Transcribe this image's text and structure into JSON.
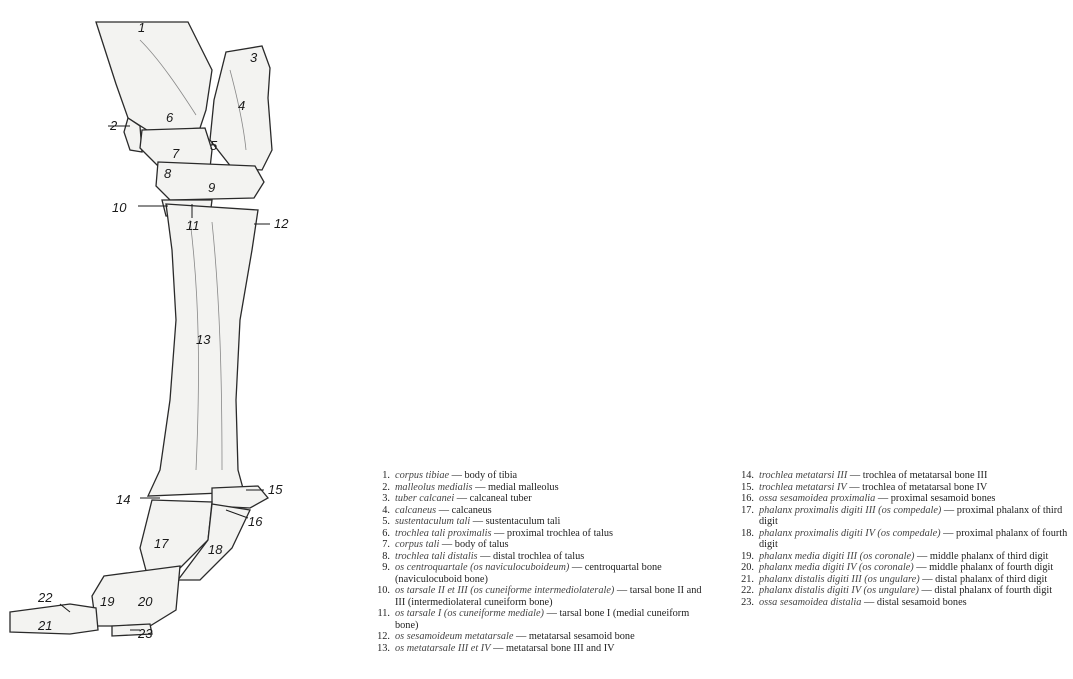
{
  "figure": {
    "labels": [
      "1",
      "2",
      "3",
      "4",
      "5",
      "6",
      "7",
      "8",
      "9",
      "10",
      "11",
      "12",
      "13",
      "14",
      "15",
      "16",
      "17",
      "18",
      "19",
      "20",
      "21",
      "22",
      "23"
    ]
  },
  "legend": [
    {
      "n": "1.",
      "latin": "corpus tibiae",
      "en": "body of tibia"
    },
    {
      "n": "2.",
      "latin": "malleolus medialis",
      "en": "medial malleolus"
    },
    {
      "n": "3.",
      "latin": "tuber calcanei",
      "en": "calcaneal tuber"
    },
    {
      "n": "4.",
      "latin": "calcaneus",
      "en": "calcaneus"
    },
    {
      "n": "5.",
      "latin": "sustentaculum tali",
      "en": "sustentaculum tali"
    },
    {
      "n": "6.",
      "latin": "trochlea tali proximalis",
      "en": "proximal trochlea of talus"
    },
    {
      "n": "7.",
      "latin": "corpus tali",
      "en": "body of talus"
    },
    {
      "n": "8.",
      "latin": "trochlea tali distalis",
      "en": "distal trochlea of talus"
    },
    {
      "n": "9.",
      "latin": "os centroquartale (os naviculocuboideum)",
      "en": "centroquartal bone (naviculocuboid bone)"
    },
    {
      "n": "10.",
      "latin": "os tarsale II et III (os cuneiforme intermediolaterale)",
      "en": "tarsal bone II and III (intermediolateral cuneiform bone)"
    },
    {
      "n": "11.",
      "latin": "os tarsale I (os cuneiforme mediale)",
      "en": "tarsal bone I (medial cuneiform bone)"
    },
    {
      "n": "12.",
      "latin": "os sesamoideum metatarsale",
      "en": "metatarsal sesamoid bone"
    },
    {
      "n": "13.",
      "latin": "os metatarsale III et IV",
      "en": "metatarsal bone III and IV"
    },
    {
      "n": "14.",
      "latin": "trochlea metatarsi III",
      "en": "trochlea of metatarsal bone III"
    },
    {
      "n": "15.",
      "latin": "trochlea metatarsi IV",
      "en": "trochlea of metatarsal bone IV"
    },
    {
      "n": "16.",
      "latin": "ossa sesamoidea proximalia",
      "en": "proximal sesamoid bones"
    },
    {
      "n": "17.",
      "latin": "phalanx proximalis digiti III (os compedale)",
      "en": "proximal phalanx of third digit"
    },
    {
      "n": "18.",
      "latin": "phalanx proximalis digiti IV (os compedale)",
      "en": "proximal phalanx of fourth digit"
    },
    {
      "n": "19.",
      "latin": "phalanx media digiti III (os coronale)",
      "en": "middle phalanx of third digit"
    },
    {
      "n": "20.",
      "latin": "phalanx media digiti IV (os coronale)",
      "en": "middle phalanx of fourth digit"
    },
    {
      "n": "21.",
      "latin": "phalanx distalis digiti III (os ungulare)",
      "en": "distal phalanx of third digit"
    },
    {
      "n": "22.",
      "latin": "phalanx distalis digiti IV (os ungulare)",
      "en": "distal phalanx of fourth digit"
    },
    {
      "n": "23.",
      "latin": "ossa sesamoidea distalia",
      "en": "distal sesamoid bones"
    }
  ]
}
